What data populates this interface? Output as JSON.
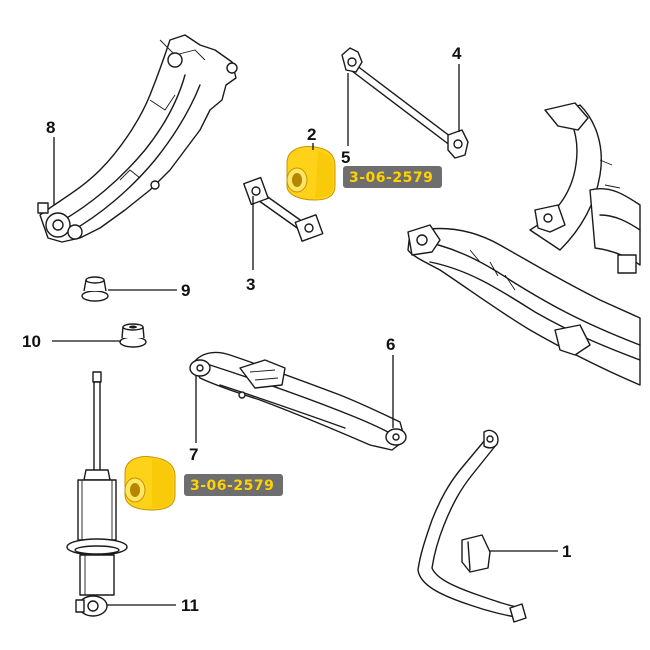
{
  "callouts": {
    "n1": "1",
    "n2": "2",
    "n3": "3",
    "n4": "4",
    "n5": "5",
    "n6": "6",
    "n7": "7",
    "n8": "8",
    "n9": "9",
    "n10": "10",
    "n11": "11"
  },
  "badges": {
    "top": "3-06-2579",
    "bottom": "3-06-2579"
  },
  "colors": {
    "bushing_yellow": "#ffd21a",
    "bushing_shadow": "#e0a800",
    "badge_bg": "#6e6e6e",
    "badge_text": "#ffd200"
  }
}
